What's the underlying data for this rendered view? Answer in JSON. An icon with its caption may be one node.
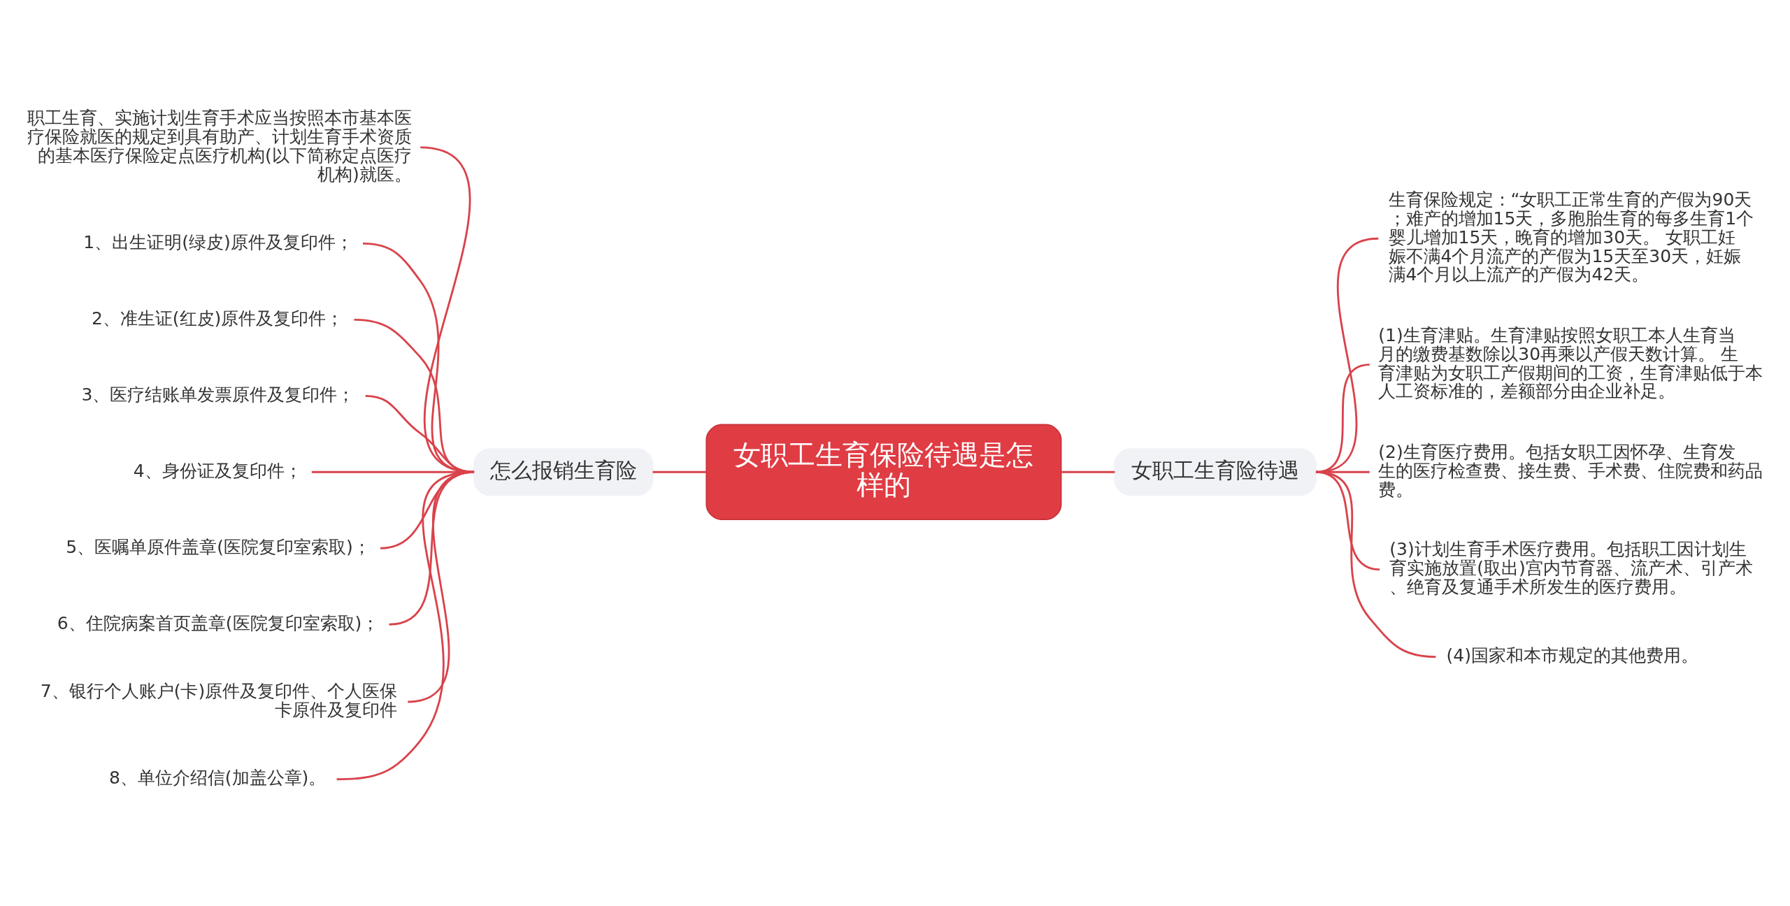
{
  "diagram": {
    "nodes": [
      {
        "text": [
          "女职工生育保险待遇是怎样的"
        ]
      },
      {
        "text": [
          "怎么报销生育险"
        ]
      },
      {
        "text": [
          "职工生育、实施计划生育手术应当按照本市基本医疗保险就医的规定到具有助产、计划生育手术资质的基本医疗保险定点医疗机构(以下简称定点医疗机构)就医。"
        ]
      },
      {
        "text": [
          "1、出生证明(绿皮)原件及复印件；"
        ]
      },
      {
        "text": [
          "2、准生证(红皮)原件及复印件；"
        ]
      },
      {
        "text": [
          "3、医疗结账单发票原件及复印件；"
        ]
      },
      {
        "text": [
          "4、身份证及复印件；"
        ]
      },
      {
        "text": [
          "5、医嘱单原件盖章(医院复印室索取)；"
        ]
      },
      {
        "text": [
          "6、住院病案首页盖章(医院复印室索取)；"
        ]
      },
      {
        "text": [
          "7、银行个人账户(卡)原件及复印件、个人医保卡原件及复印件"
        ]
      },
      {
        "text": [
          "8、单位介绍信(加盖公章)。"
        ]
      },
      {
        "text": [
          "女职工生育险待遇"
        ]
      },
      {
        "text": [
          "生育保险规定：“女职工正常生育的产假为90天；难产的增加15天，多胞胎生育的每多生育1个婴儿增加15天，晚育的增加30天。 女职工妊娠不满4个月流产的产假为15天至30天，妊娠满4个月以上流产的产假为42天。"
        ]
      },
      {
        "text": [
          "(1)生育津贴。生育津贴按照女职工本人生育当月的缴费基数除以30再乘以产假天数计算。 生育津贴为女职工产假期间的工资，生育津贴低于本人工资标准的，差额部分由企业补足。"
        ]
      },
      {
        "text": [
          "(2)生育医疗费用。包括女职工因怀孕、生育发生的医疗检查费、接生费、手术费、住院费和药品费。"
        ]
      },
      {
        "text": [
          "(3)计划生育手术医疗费用。包括职工因计划生育实施放置(取出)宫内节育器、流产术、引产术、绝育及复通手术所发生的医疗费用。"
        ]
      },
      {
        "text": [
          "(4)国家和本市规定的其他费用。"
        ]
      }
    ],
    "edges": [
      {
        "from": 0,
        "to": 1,
        "arrow": "none"
      },
      {
        "from": 1,
        "to": 2,
        "arrow": "none"
      },
      {
        "from": 1,
        "to": 3,
        "arrow": "none"
      },
      {
        "from": 1,
        "to": 4,
        "arrow": "none"
      },
      {
        "from": 1,
        "to": 5,
        "arrow": "none"
      },
      {
        "from": 1,
        "to": 6,
        "arrow": "none"
      },
      {
        "from": 1,
        "to": 7,
        "arrow": "none"
      },
      {
        "from": 1,
        "to": 8,
        "arrow": "none"
      },
      {
        "from": 1,
        "to": 9,
        "arrow": "none"
      },
      {
        "from": 1,
        "to": 10,
        "arrow": "none"
      },
      {
        "from": 0,
        "to": 11,
        "arrow": "none"
      },
      {
        "from": 11,
        "to": 12,
        "arrow": "none"
      },
      {
        "from": 11,
        "to": 13,
        "arrow": "none"
      },
      {
        "from": 11,
        "to": 14,
        "arrow": "none"
      },
      {
        "from": 11,
        "to": 15,
        "arrow": "none"
      },
      {
        "from": 11,
        "to": 16,
        "arrow": "none"
      }
    ]
  }
}
